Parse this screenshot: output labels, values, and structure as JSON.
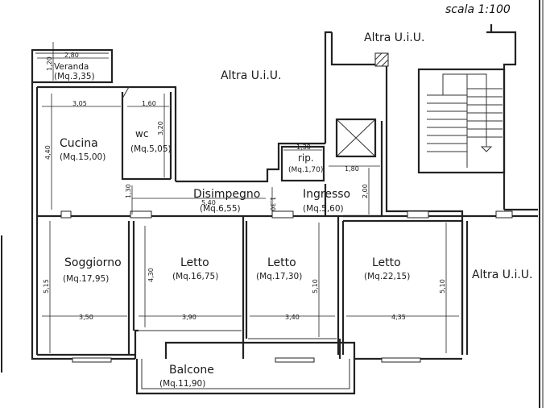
{
  "scale_label": "scala 1:100",
  "rooms": {
    "veranda": {
      "name": "Veranda",
      "area": "(Mq.3,35)"
    },
    "cucina": {
      "name": "Cucina",
      "area": "(Mq.15,00)"
    },
    "wc": {
      "name": "wc",
      "area": "(Mq.5,05)"
    },
    "rip": {
      "name": "rip.",
      "area": "(Mq.1,70)"
    },
    "disimpegno": {
      "name": "Disimpegno",
      "area": "(Mq.6,55)"
    },
    "ingresso": {
      "name": "Ingresso",
      "area": "(Mq.5,60)"
    },
    "soggiorno": {
      "name": "Soggiorno",
      "area": "(Mq.17,95)"
    },
    "letto1": {
      "name": "Letto",
      "area": "(Mq.16,75)"
    },
    "letto2": {
      "name": "Letto",
      "area": "(Mq.17,30)"
    },
    "letto3": {
      "name": "Letto",
      "area": "(Mq.22,15)"
    },
    "balcone": {
      "name": "Balcone",
      "area": "(Mq.11,90)"
    }
  },
  "neighbors": {
    "top_center": "Altra U.i.U.",
    "top_right": "Altra U.i.U.",
    "right": "Altra U.i.U."
  },
  "dimensions": {
    "veranda_w": "2,80",
    "veranda_h": "1,20",
    "cucina_w": "3,05",
    "cucina_h": "4,40",
    "wc_w": "1,60",
    "wc_h": "3,20",
    "rip_w": "1,30",
    "ingresso_w": "1,80",
    "ingresso_h": "2,00",
    "disimpegno_w": "5,40",
    "disimpegno_h": "1,30",
    "disimpegno_h2": "1,30",
    "soggiorno_w": "3,50",
    "soggiorno_h": "5,15",
    "letto1_w": "3,90",
    "letto1_h": "4,30",
    "letto2_w": "3,40",
    "letto2_h": "5,10",
    "letto3_w": "4,35",
    "letto3_h": "5,10"
  }
}
